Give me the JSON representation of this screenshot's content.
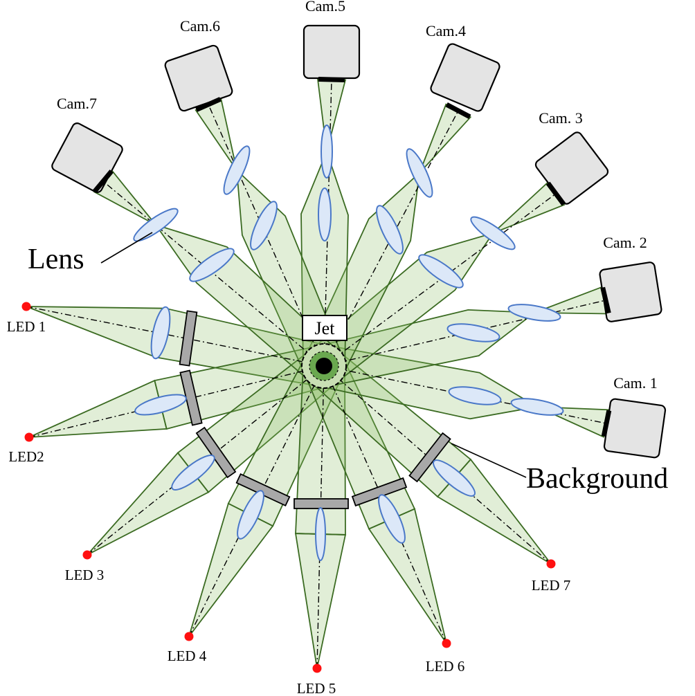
{
  "labels": {
    "lens": "Lens",
    "background": "Background",
    "jet": "Jet"
  },
  "cameras": [
    {
      "id": 1,
      "label": "Cam. 1"
    },
    {
      "id": 2,
      "label": "Cam. 2"
    },
    {
      "id": 3,
      "label": "Cam. 3"
    },
    {
      "id": 4,
      "label": "Cam.4"
    },
    {
      "id": 5,
      "label": "Cam.5"
    },
    {
      "id": 6,
      "label": "Cam.6"
    },
    {
      "id": 7,
      "label": "Cam.7"
    }
  ],
  "leds": [
    {
      "id": 1,
      "label": "LED 1"
    },
    {
      "id": 2,
      "label": "LED2"
    },
    {
      "id": 3,
      "label": "LED 3"
    },
    {
      "id": 4,
      "label": "LED 4"
    },
    {
      "id": 5,
      "label": "LED 5"
    },
    {
      "id": 6,
      "label": "LED 6"
    },
    {
      "id": 7,
      "label": "LED 7"
    }
  ],
  "colors": {
    "beam_fill": "#8cbe64",
    "beam_stroke": "#3b6b22",
    "lens_fill": "#dce8f8",
    "lens_stroke": "#4a78c8",
    "camera_fill": "#e4e4e4",
    "background_plate": "#a8a8a8",
    "led": "#ff1010",
    "jet_core": "#000000",
    "jet_ring": "#6aa84f"
  }
}
